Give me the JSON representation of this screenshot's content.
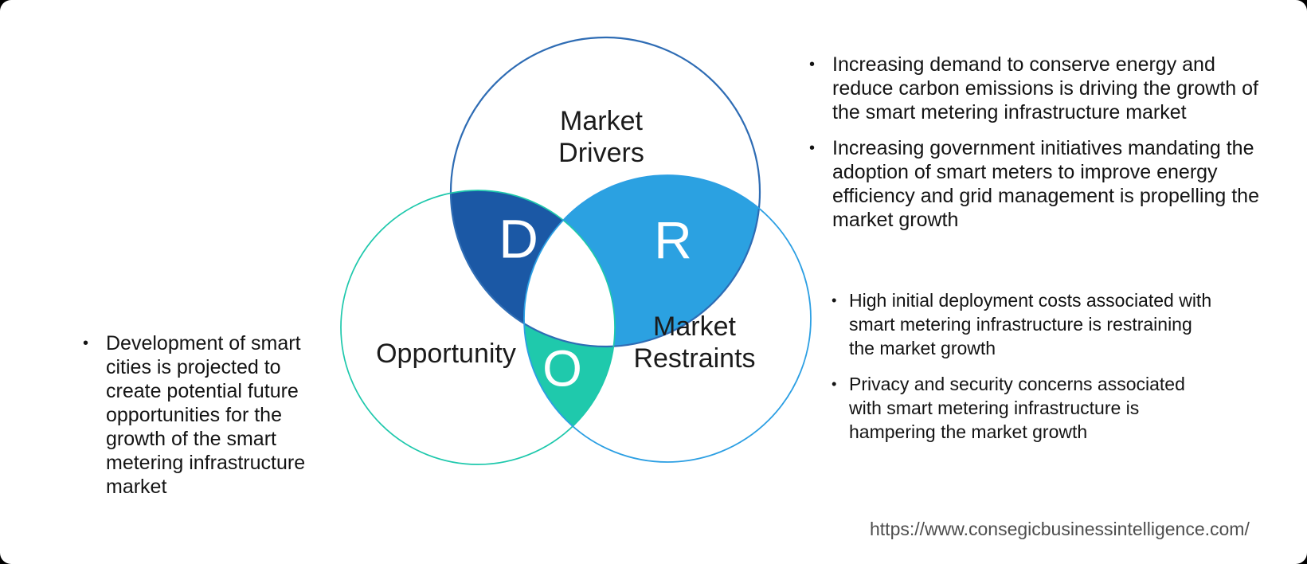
{
  "diagram": {
    "circles": {
      "drivers": {
        "label": "Market Drivers",
        "letter": "D",
        "fill": "#1b58a5",
        "stroke": "#2e6cb4"
      },
      "restraints": {
        "label": "Market Restraints",
        "letter": "R",
        "fill": "#2ba1e1",
        "stroke": "#2c9fe3"
      },
      "opportunity": {
        "label": "Opportunity",
        "letter": "O",
        "fill": "#1fc9ac",
        "stroke": "#1ec8ac"
      }
    },
    "letter_color": "#ffffff",
    "background": "#ffffff"
  },
  "notes": {
    "drivers": [
      "Increasing demand to conserve energy and reduce carbon emissions is driving the growth of the smart metering infrastructure market",
      "Increasing government initiatives mandating the adoption of smart meters to improve energy efficiency and grid management is propelling the market growth"
    ],
    "restraints": [
      "High initial deployment costs associated with smart metering infrastructure is restraining the market growth",
      "Privacy and security concerns associated with smart metering infrastructure is hampering the market growth"
    ],
    "opportunity": [
      "Development of smart cities is projected to create potential future opportunities for the growth of the smart metering infrastructure market"
    ]
  },
  "footer": {
    "url": "https://www.consegicbusinessintelligence.com/"
  }
}
